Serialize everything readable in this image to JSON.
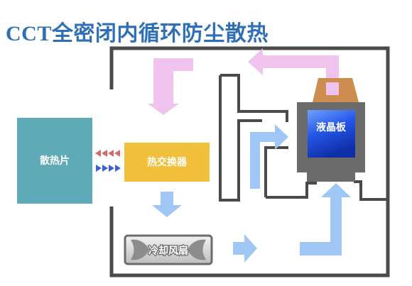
{
  "title": "CCT全密闭内循环防尘散热",
  "labels": {
    "heatsink": "散热片",
    "heat_exchanger": "热交换器",
    "lcd_panel": "液晶板",
    "cooling_fan": "冷却风扇"
  },
  "colors": {
    "title": "#2f6fb7",
    "enclosure_wall": "#4a4a4a",
    "heatsink": "#5eaab6",
    "heat_exchanger": "#f2bf3b",
    "lcd_panel": "#2456e8",
    "hot_airflow": "#f0c2ee",
    "cold_airflow": "#9fc6f4",
    "exhaust_duct": "#cc8d4e"
  }
}
